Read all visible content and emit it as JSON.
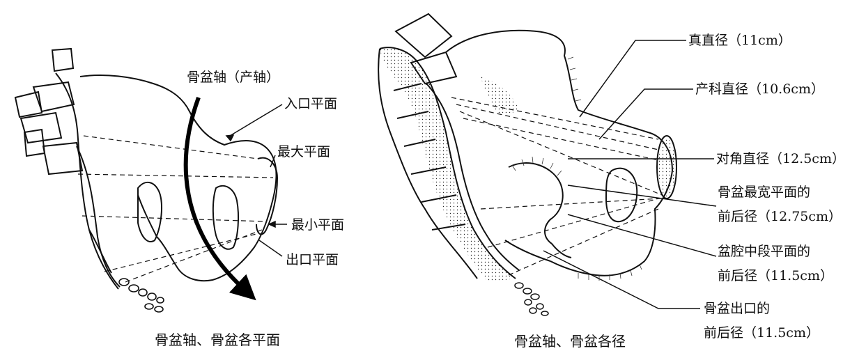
{
  "left_figure": {
    "axis_label": "骨盆轴（产轴）",
    "planes": [
      "入口平面",
      "最大平面",
      "最小平面",
      "出口平面"
    ],
    "caption": "骨盆轴、骨盆各平面"
  },
  "right_figure": {
    "diameters": [
      "真直径（11cm）",
      "产科直径（10.6cm）",
      "对角直径（12.5cm）",
      "骨盆最宽平面的",
      "前后径（12.75cm）",
      "盆腔中段平面的",
      "前后径（11.5cm）",
      "骨盆出口的",
      "前后径（11.5cm）"
    ],
    "caption": "骨盆轴、骨盆各径"
  }
}
